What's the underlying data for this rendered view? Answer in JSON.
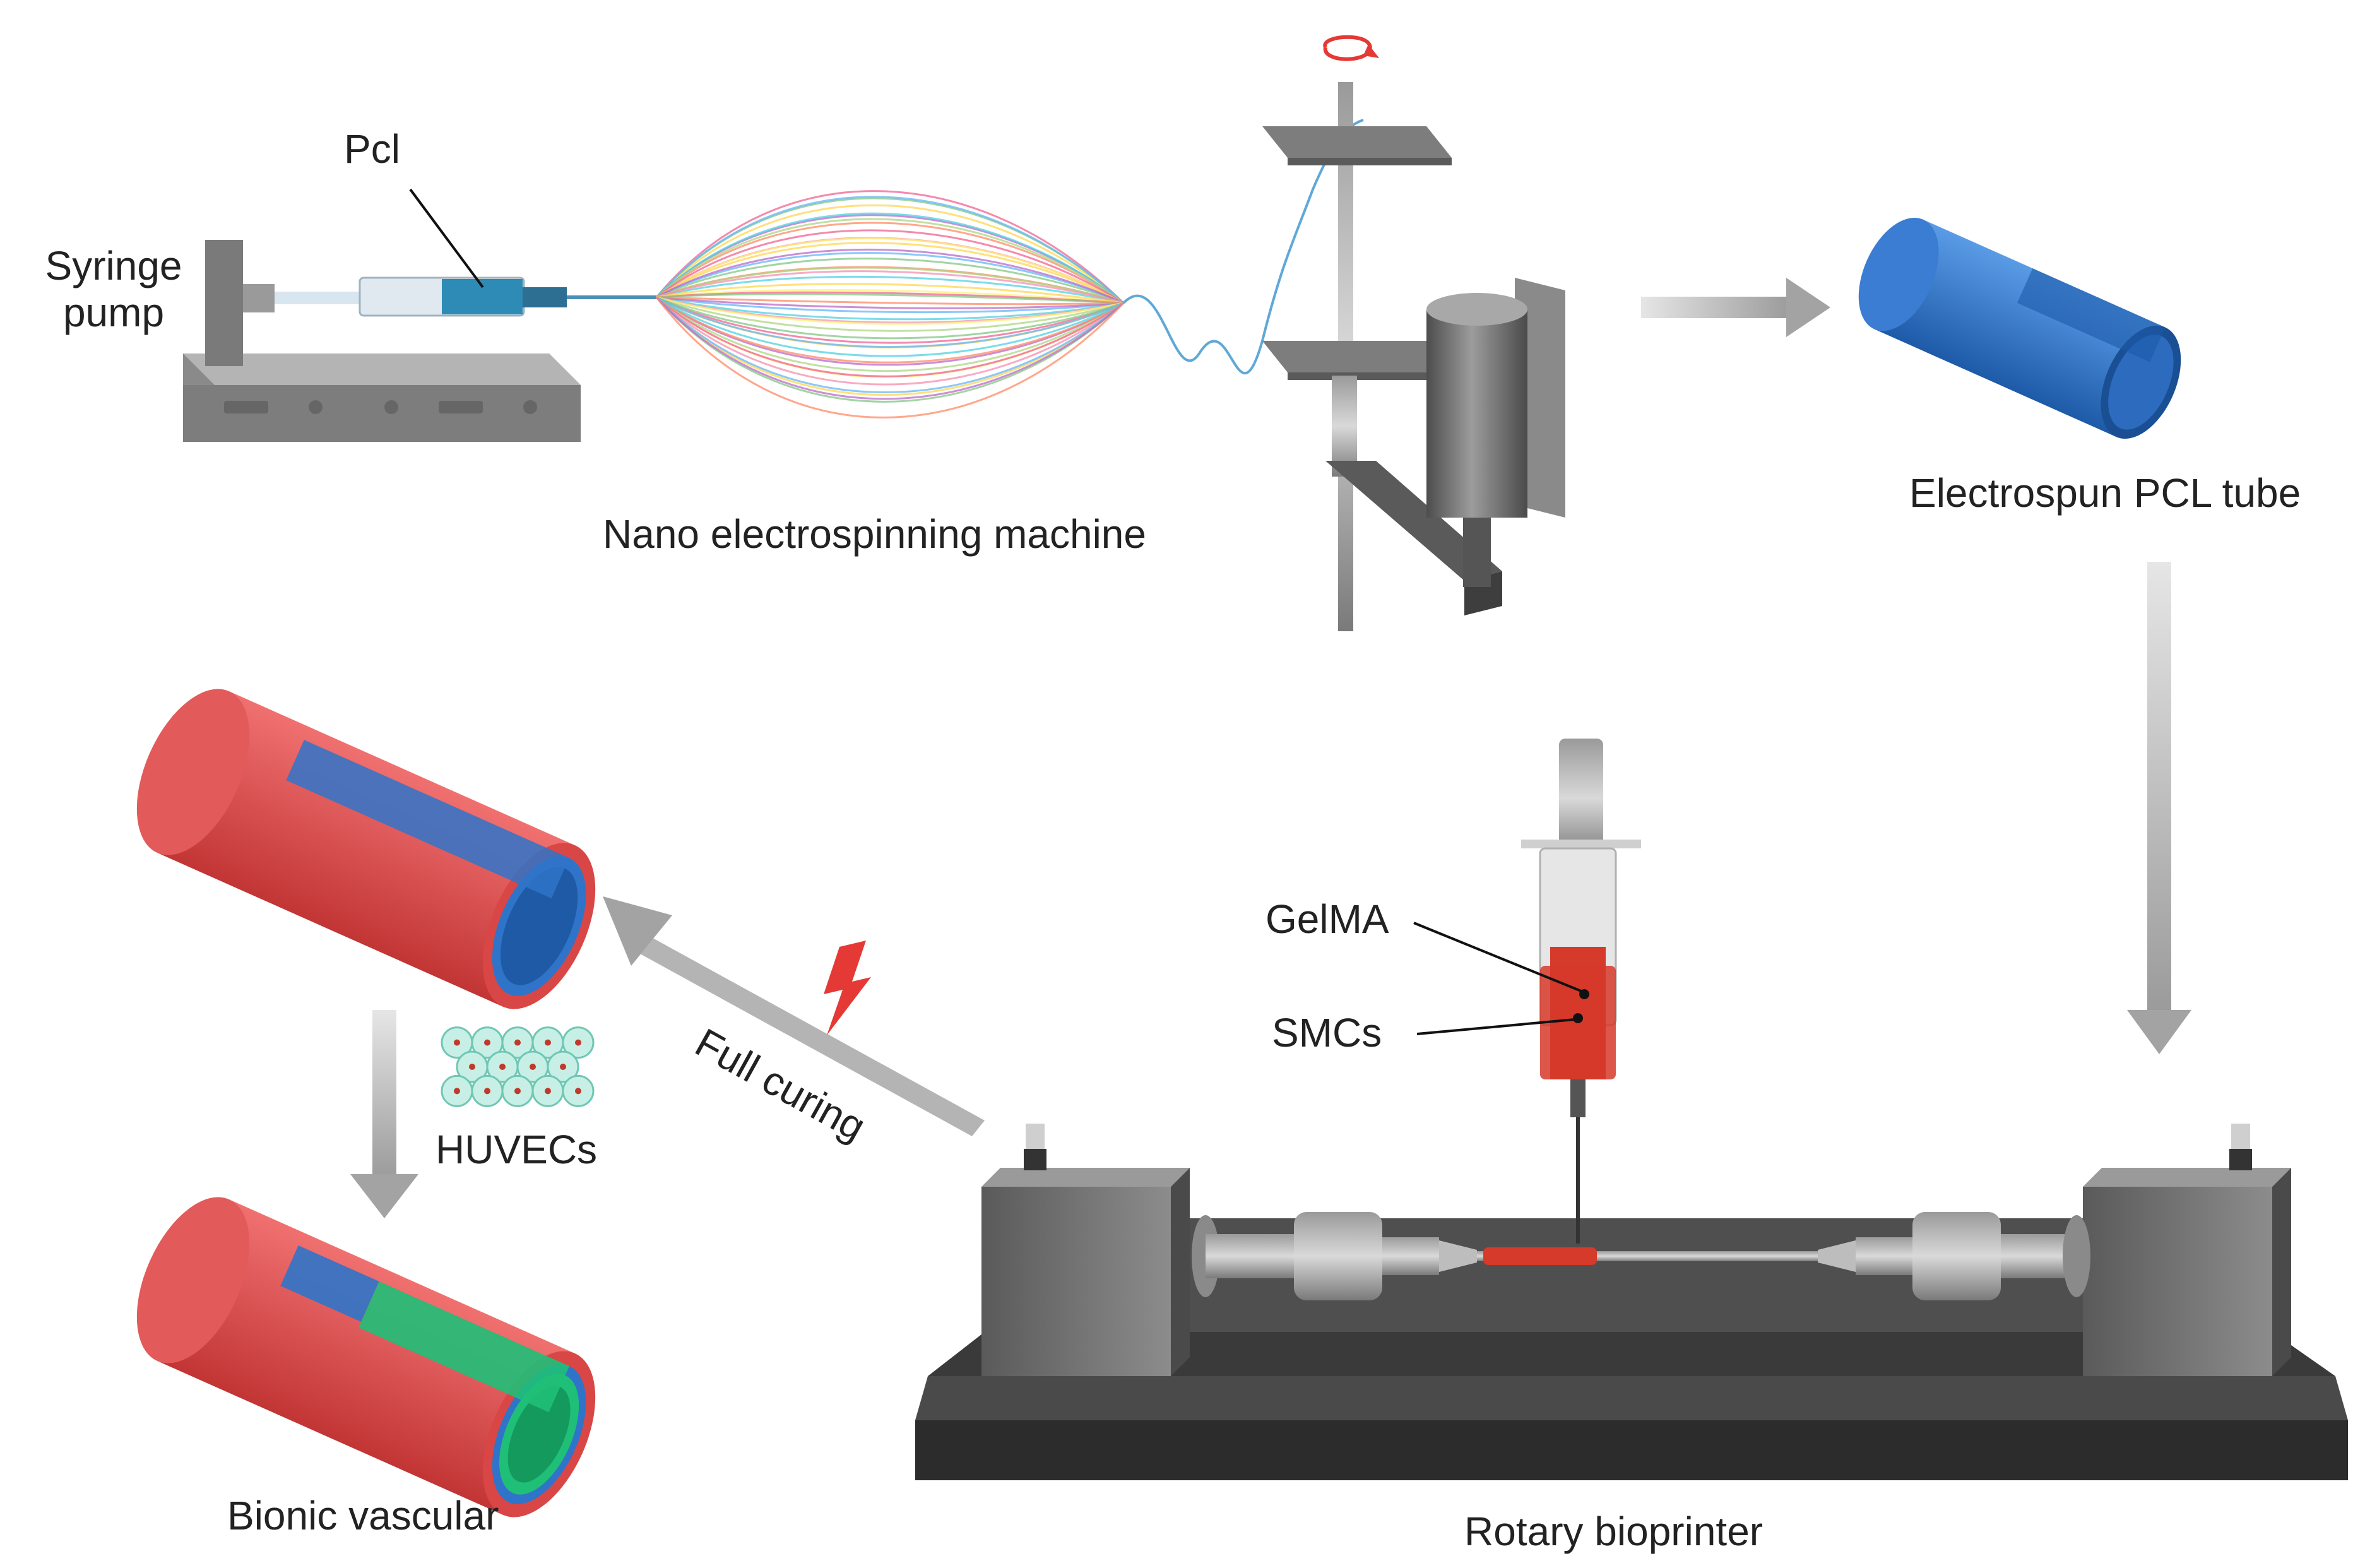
{
  "labels": {
    "pcl": "Pcl",
    "syringe_pump_line1": "Syringe",
    "syringe_pump_line2": "pump",
    "nano_machine": "Nano electrospinning machine",
    "pcl_tube": "Electrospun PCL tube",
    "gelma": "GelMA",
    "smcs": "SMCs",
    "full_curing": "Full curing",
    "huvecs": "HUVECs",
    "bionic_vascular": "Bionic vascular",
    "rotary_bioprinter": "Rotary bioprinter"
  },
  "colors": {
    "arrow": "#a3a3a3",
    "tube_blue": "#2f74c9",
    "tube_red": "#e04a4a",
    "tube_green": "#1fbf78",
    "machine_gray": "#6e6e6e",
    "base_dark": "#3a3a3a",
    "gel_red": "#d63a2a",
    "lightning": "#e53935"
  },
  "icons": [
    "lightning-icon",
    "rotation-arrow-icon",
    "cell-cluster-icon"
  ]
}
